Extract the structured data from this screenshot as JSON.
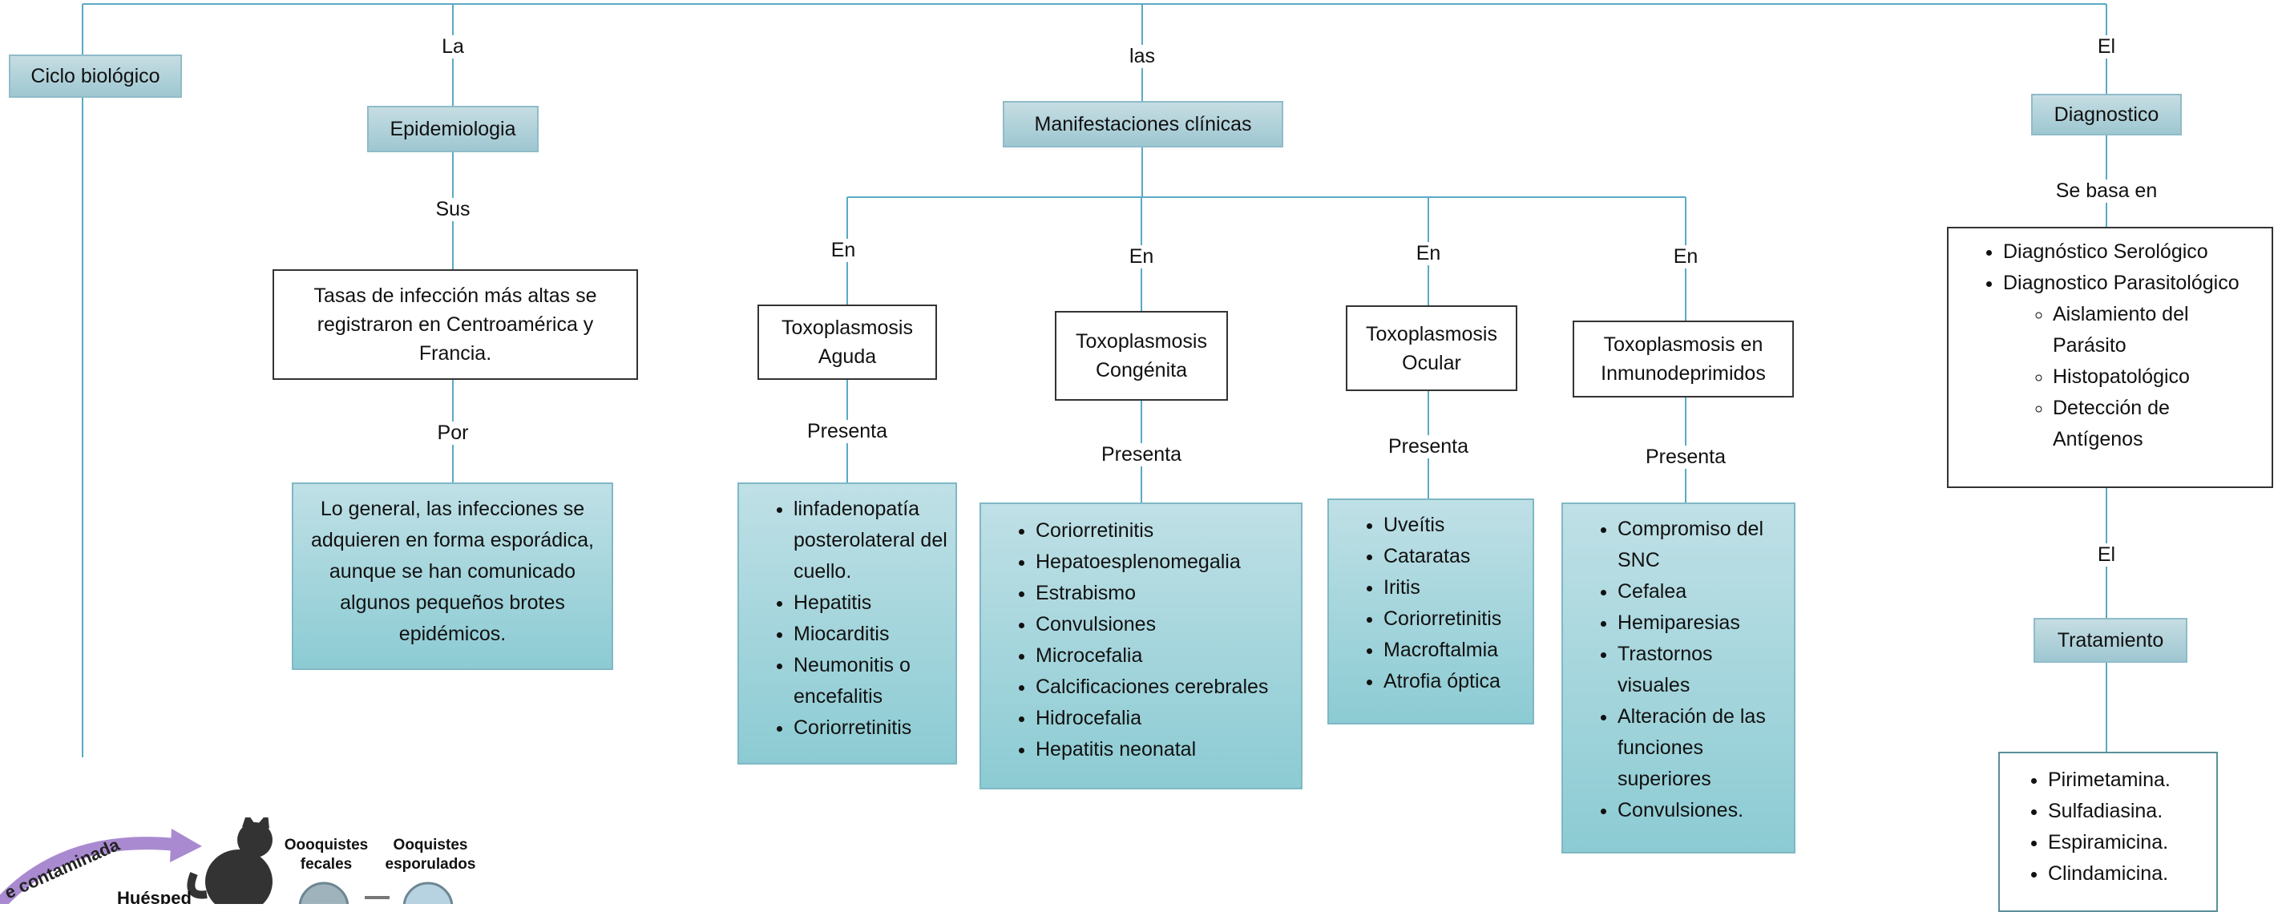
{
  "cycle": {
    "title": "Ciclo biológico",
    "art": {
      "arrow_label": "e contaminada",
      "host": "Huésped",
      "fecal": "Oooquistes fecales",
      "sporulated": "Ooquistes esporulados",
      "arrow_color": "#a98ad0",
      "cat_color": "#333333"
    }
  },
  "epidemiology": {
    "connector_top": "La",
    "title": "Epidemiologia",
    "connector_mid": "Sus",
    "rates": "Tasas de infección más altas se registraron en Centroamérica y Francia.",
    "connector_bottom": "Por",
    "general": "Lo general, las infecciones se adquieren en forma esporádica, aunque se han comunicado algunos pequeños brotes epidémicos."
  },
  "manifestations": {
    "connector_top": "las",
    "title": "Manifestaciones clínicas",
    "branches": [
      {
        "connector": "En",
        "title": "Toxoplasmosis Aguda",
        "presenta": "Presenta",
        "items": [
          "linfadenopatía posterolateral del cuello.",
          "Hepatitis",
          "Miocarditis",
          "Neumonitis o encefalitis",
          "Coriorretinitis"
        ]
      },
      {
        "connector": "En",
        "title": "Toxoplasmosis Congénita",
        "presenta": "Presenta",
        "items": [
          "Coriorretinitis",
          "Hepatoesplenomegalia",
          "Estrabismo",
          "Convulsiones",
          "Microcefalia",
          "Calcificaciones cerebrales",
          "Hidrocefalia",
          "Hepatitis neonatal"
        ]
      },
      {
        "connector": "En",
        "title": "Toxoplasmosis Ocular",
        "presenta": "Presenta",
        "items": [
          "Uveítis",
          "Cataratas",
          "Iritis",
          "Coriorretinitis",
          "Macroftalmia",
          "Atrofia óptica"
        ]
      },
      {
        "connector": "En",
        "title": "Toxoplasmosis en Inmunodeprimidos",
        "presenta": "Presenta",
        "items": [
          "Compromiso del SNC",
          "Cefalea",
          "Hemiparesias",
          "Trastornos visuales",
          "Alteración de las funciones superiores",
          "Convulsiones."
        ]
      }
    ]
  },
  "diagnosis": {
    "connector_top": "El",
    "title": "Diagnostico",
    "connector_mid": "Se basa en",
    "items": [
      "Diagnóstico Serológico",
      "Diagnostico Parasitológico"
    ],
    "sub_items": [
      "Aislamiento del Parásito",
      "Histopatológico",
      "Detección de Antígenos"
    ]
  },
  "treatment": {
    "connector_top": "El",
    "title": "Tratamiento",
    "items": [
      "Pirimetamina.",
      "Sulfadiasina.",
      "Espiramicina.",
      "Clindamicina."
    ]
  },
  "colors": {
    "line": "#5aa9c6",
    "tag_fill": "#b3d3db",
    "box_fill": "#a6d4db"
  }
}
